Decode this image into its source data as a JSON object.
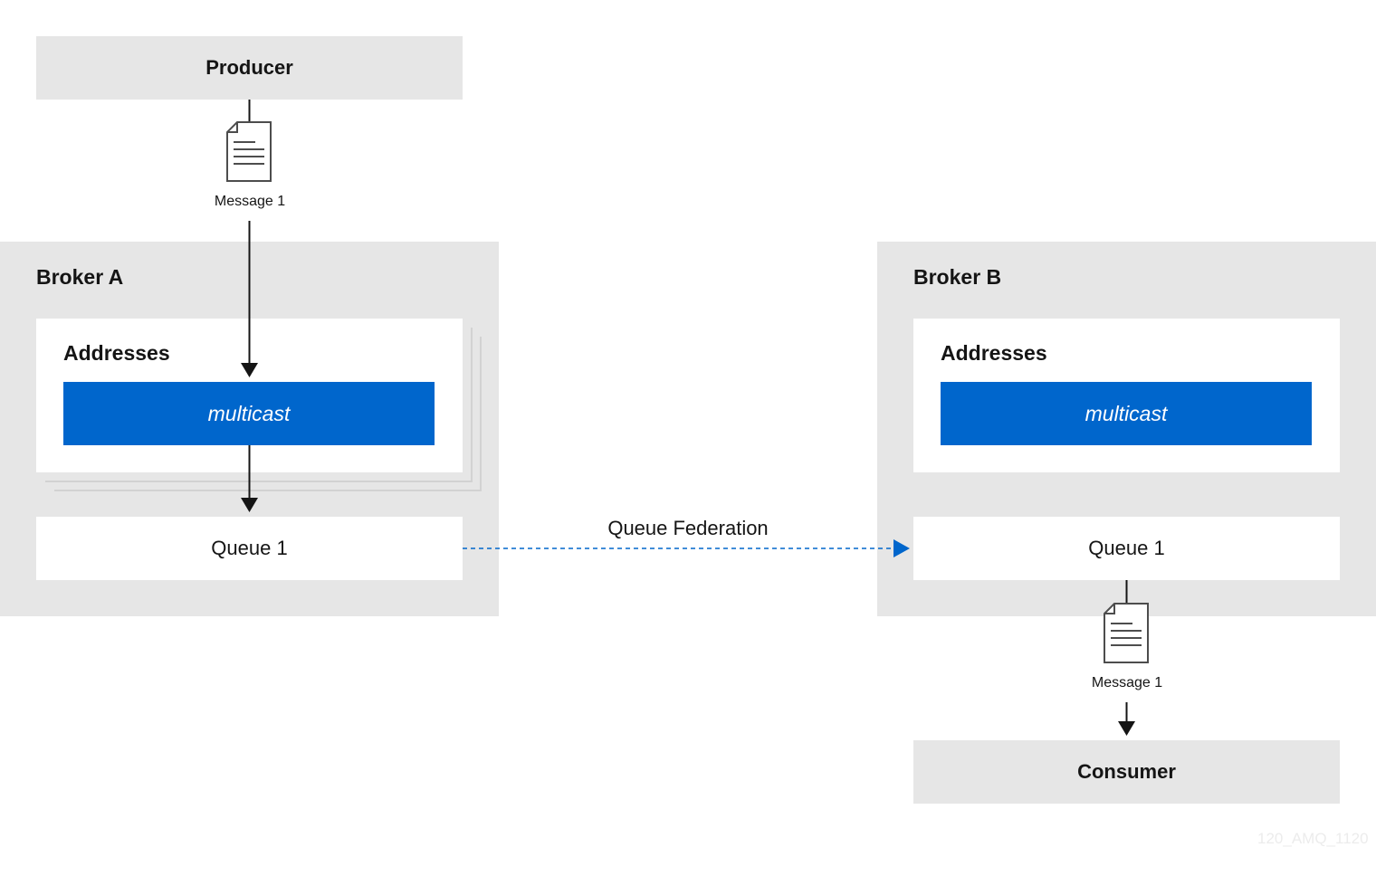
{
  "producer": {
    "label": "Producer"
  },
  "consumer": {
    "label": "Consumer"
  },
  "broker_a": {
    "title": "Broker A",
    "addresses_label": "Addresses",
    "routing_type": "multicast",
    "queue_label": "Queue 1"
  },
  "broker_b": {
    "title": "Broker B",
    "addresses_label": "Addresses",
    "routing_type": "multicast",
    "queue_label": "Queue 1"
  },
  "message_top": {
    "label": "Message 1",
    "icon": "document-icon"
  },
  "message_bottom": {
    "label": "Message 1",
    "icon": "document-icon"
  },
  "federation": {
    "label": "Queue Federation"
  },
  "watermark": {
    "text": "120_AMQ_1120"
  },
  "colors": {
    "box_gray": "#e6e6e6",
    "accent_blue": "#0066cc",
    "line_dark": "#151515",
    "stack_gray": "#d2d2d2"
  }
}
